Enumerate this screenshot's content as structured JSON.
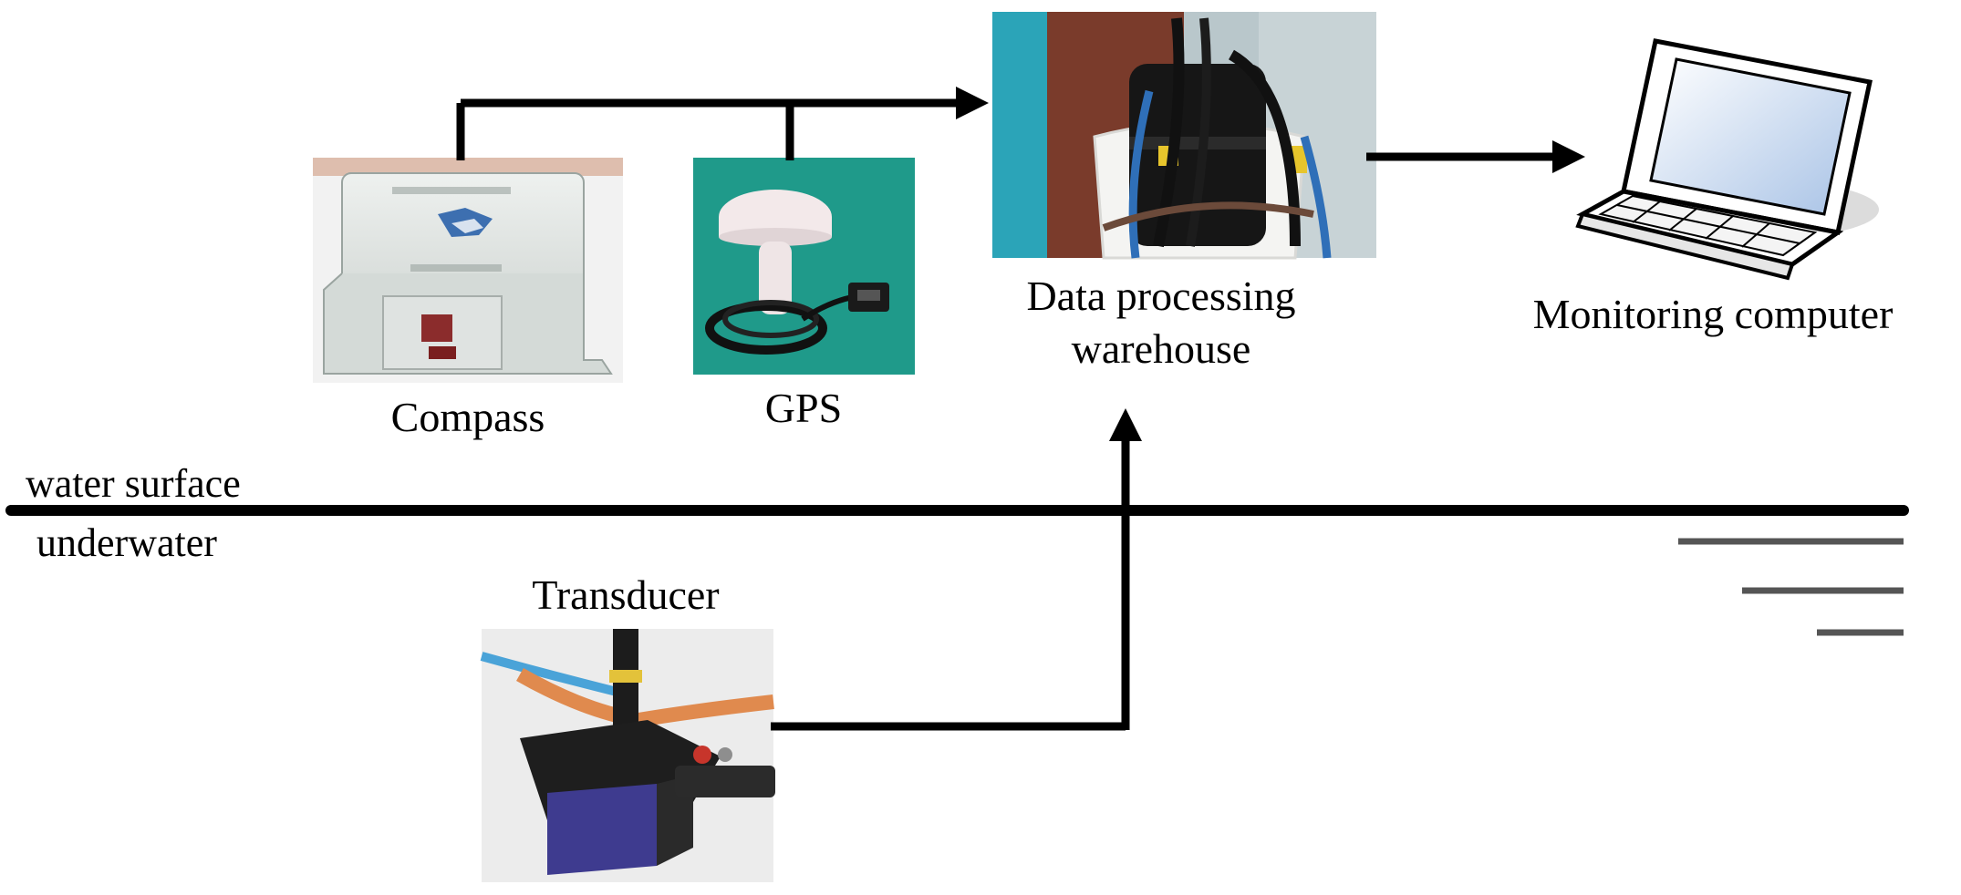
{
  "labels": {
    "compass": "Compass",
    "gps": "GPS",
    "data_processing_line1": "Data processing",
    "data_processing_line2": "warehouse",
    "monitoring_computer": "Monitoring computer",
    "water_surface": "water surface",
    "underwater": "underwater",
    "transducer": "Transducer"
  },
  "icons": {
    "compass": "compass-device-photo",
    "gps": "gps-antenna-photo",
    "data_processing": "data-processing-unit-photo",
    "computer": "laptop-icon",
    "transducer": "transducer-photo",
    "water": "water-surface-icon"
  },
  "colors": {
    "line": "#000000",
    "gps_background": "#1f9a8a",
    "water_marks": "#555555"
  }
}
